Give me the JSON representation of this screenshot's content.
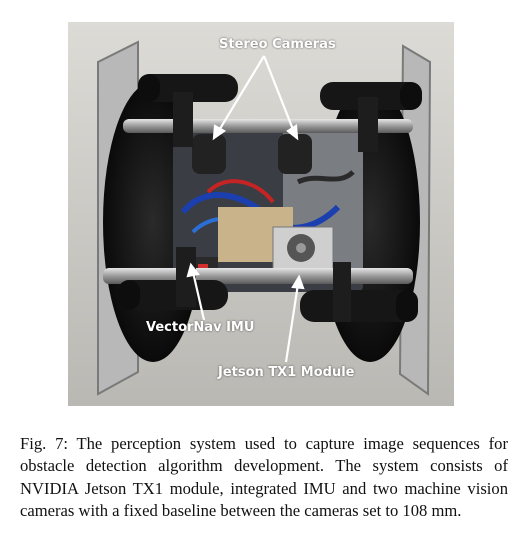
{
  "figure": {
    "labels": {
      "stereo_cameras": "Stereo Cameras",
      "vectornav_imu": "VectorNav IMU",
      "jetson_module": "Jetson TX1 Module"
    }
  },
  "caption": {
    "text": "Fig. 7: The perception system used to capture image sequences for obstacle detection algorithm development. The system consists of NVIDIA Jetson TX1 module, integrated IMU and two machine vision cameras with a fixed baseline between the cameras set to 108 mm."
  }
}
